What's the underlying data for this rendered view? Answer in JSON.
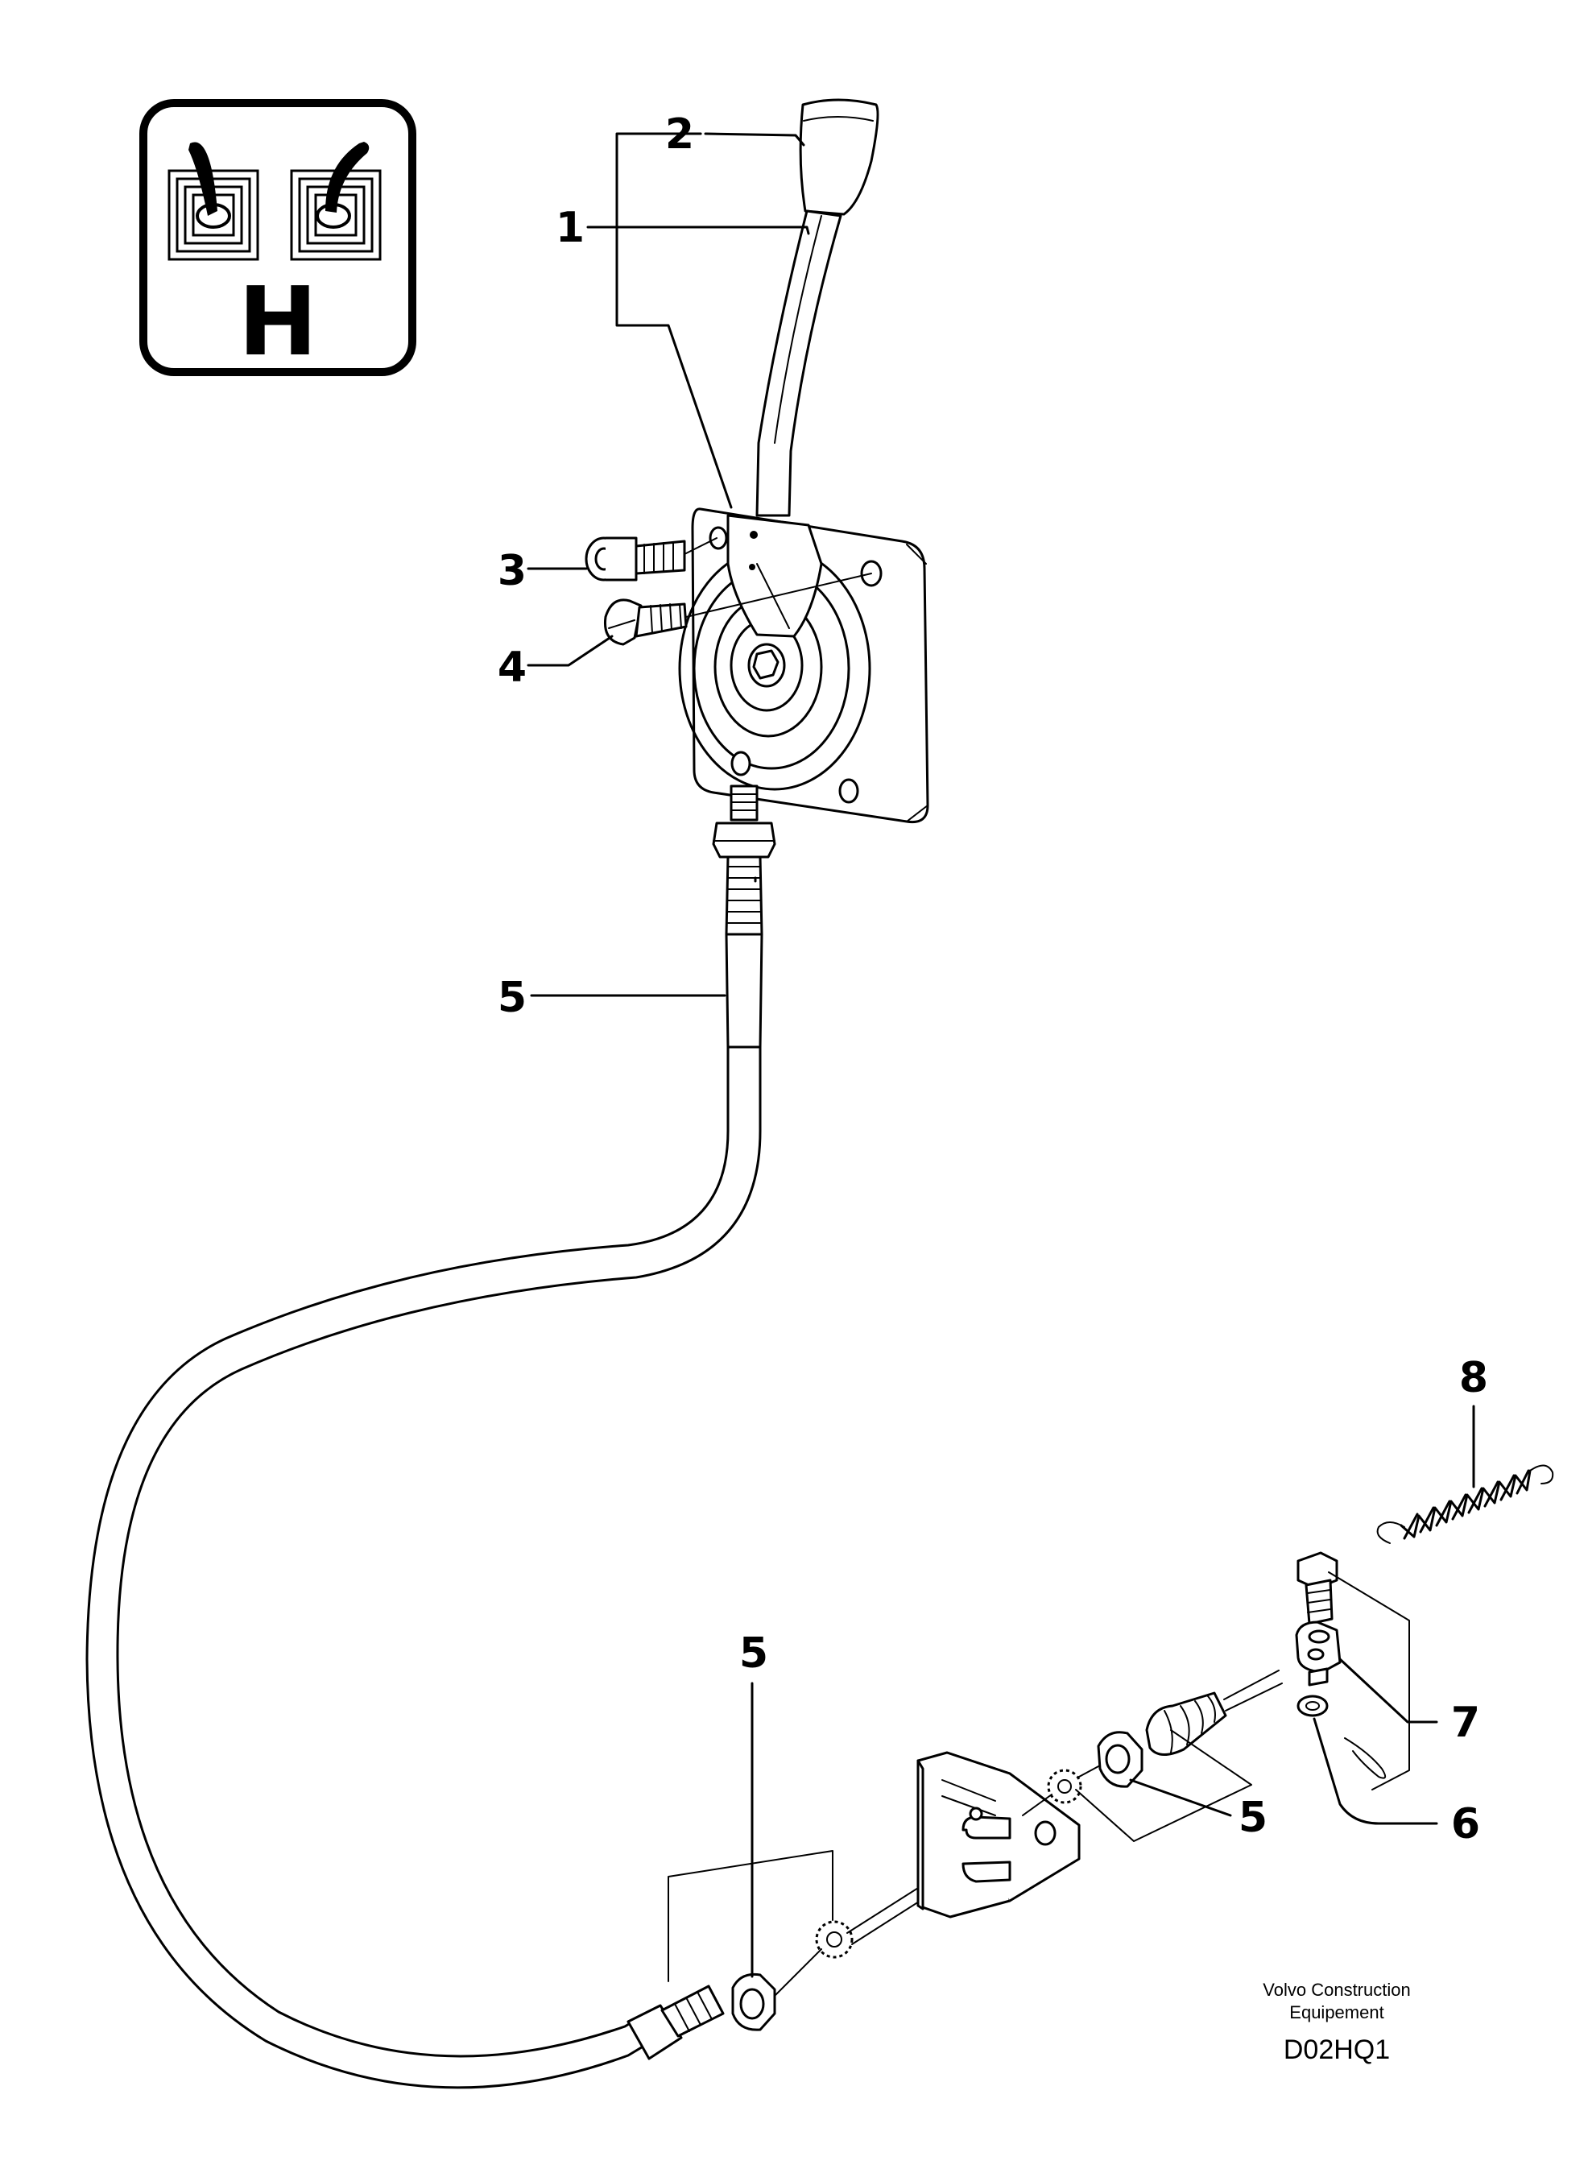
{
  "symbol": {
    "letter": "H",
    "icon": "twin-joystick-icon"
  },
  "callouts": {
    "c1": "1",
    "c2": "2",
    "c3": "3",
    "c4": "4",
    "c5_cable": "5",
    "c5_bottom": "5",
    "c5_right": "5",
    "c6": "6",
    "c7": "7",
    "c8": "8"
  },
  "credit": {
    "line1": "Volvo Construction",
    "line2": "Equipement"
  },
  "drawing_code": "D02HQ1"
}
